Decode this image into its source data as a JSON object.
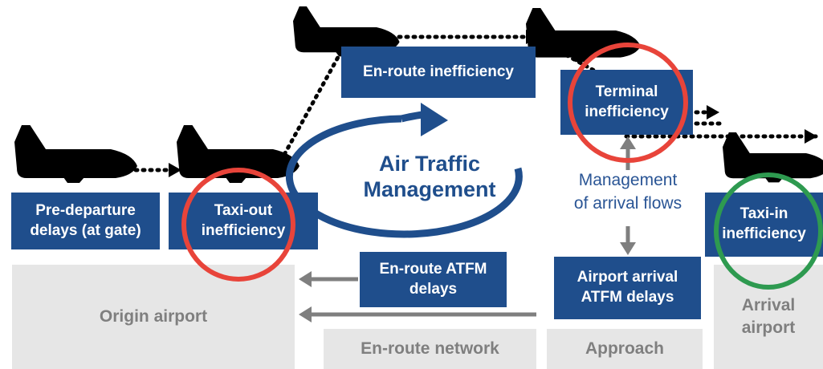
{
  "center_label": {
    "line1": "Air Traffic",
    "line2": "Management"
  },
  "boxes": {
    "pre_departure": {
      "line1": "Pre-departure",
      "line2": "delays (at gate)"
    },
    "taxi_out": {
      "line1": "Taxi-out",
      "line2": "inefficiency"
    },
    "en_route_inefficiency": {
      "line1": "En-route inefficiency"
    },
    "terminal": {
      "line1": "Terminal",
      "line2": "inefficiency"
    },
    "taxi_in": {
      "line1": "Taxi-in",
      "line2": "inefficiency"
    },
    "en_route_atfm": {
      "line1": "En-route ATFM",
      "line2": "delays"
    },
    "airport_arrival_atfm": {
      "line1": "Airport arrival",
      "line2": "ATFM delays"
    }
  },
  "management_label": {
    "line1": "Management",
    "line2": "of arrival flows"
  },
  "zones": {
    "origin_airport": "Origin airport",
    "en_route_network": "En-route network",
    "approach": "Approach",
    "arrival_airport": {
      "line1": "Arrival",
      "line2": "airport"
    }
  },
  "colors": {
    "box_fill": "#1f4e8c",
    "zone_fill": "#e6e6e6",
    "zone_text": "#7f7f7f",
    "highlight_red": "#e8443a",
    "highlight_green": "#2e9a50",
    "arrow_gray": "#7f7f7f"
  },
  "icons": [
    "airplane-icon",
    "circular-arrow-icon",
    "dotted-flight-path",
    "gray-arrow-icon"
  ]
}
